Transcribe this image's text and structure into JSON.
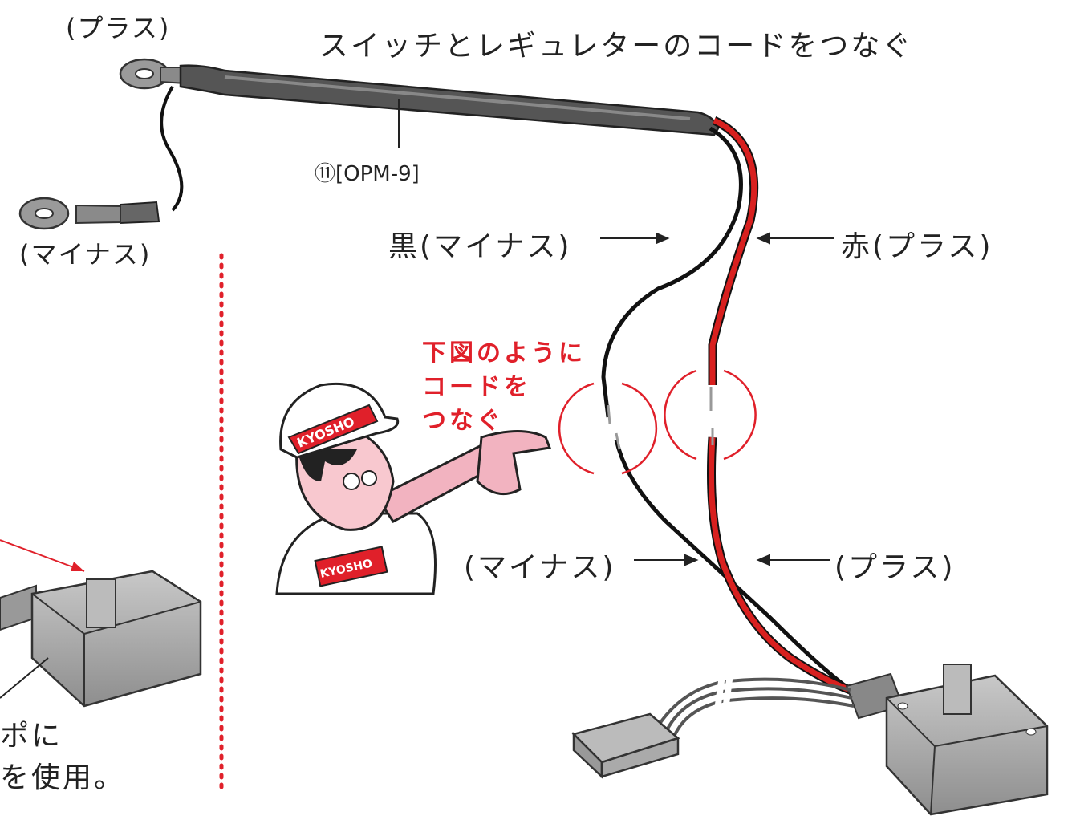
{
  "labels": {
    "top_plus": "(プラス)",
    "title": "スイッチとレギュレターのコードをつなぐ",
    "part_number": "⑪[OPM-9]",
    "left_minus": "(マイナス)",
    "black_minus": "黒(マイナス)",
    "red_plus": "赤(プラス)",
    "instruction_line1": "下図のように",
    "instruction_line2": "コードを",
    "instruction_line3": "つなぐ",
    "lower_minus": "(マイナス)",
    "lower_plus": "(プラス)",
    "left_note_line1": "ポに",
    "left_note_line2": "を使用。"
  },
  "mascot": {
    "cap_text": "KYOSHO",
    "shirt_text": "KYOSHO"
  },
  "colors": {
    "red_wire": "#d8201f",
    "black_wire": "#111111",
    "accent": "#e0202a",
    "part_gray": "#a9a9a9"
  }
}
